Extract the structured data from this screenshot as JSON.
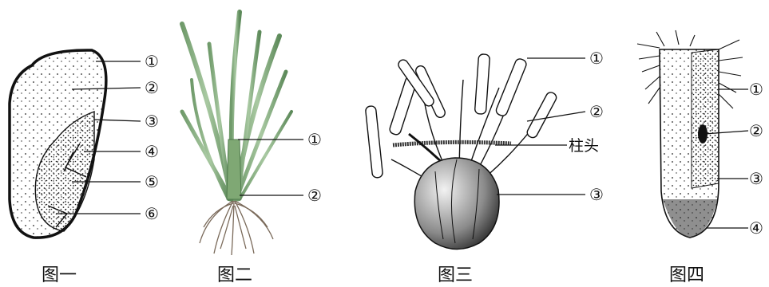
{
  "figures": [
    {
      "caption": "图一",
      "markers": [
        "①",
        "②",
        "③",
        "④",
        "⑤",
        "⑥"
      ]
    },
    {
      "caption": "图二",
      "markers": [
        "①",
        "②"
      ]
    },
    {
      "caption": "图三",
      "markers": [
        "①",
        "②",
        "③"
      ],
      "annotation": "柱头"
    },
    {
      "caption": "图四",
      "markers": [
        "①",
        "②",
        "③",
        "④"
      ]
    }
  ]
}
